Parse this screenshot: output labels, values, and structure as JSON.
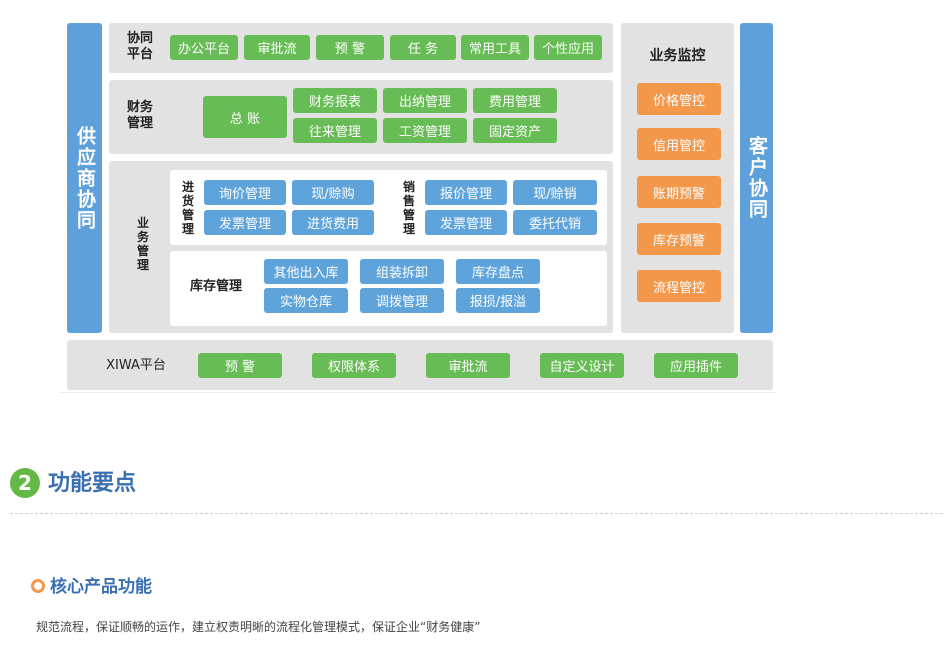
{
  "diagram": {
    "left_sidebar": "供应商协同",
    "right_sidebar": "客户协同",
    "collab": {
      "label_line1": "协同",
      "label_line2": "平台",
      "items": [
        "办公平台",
        "审批流",
        "预  警",
        "任  务",
        "常用工具",
        "个性应用"
      ]
    },
    "finance": {
      "label_line1": "财务",
      "label_line2": "管理",
      "main_item": "总  账",
      "items": [
        "财务报表",
        "出纳管理",
        "费用管理",
        "往来管理",
        "工资管理",
        "固定资产"
      ]
    },
    "business": {
      "label": "业务管理",
      "purchase": {
        "label": "进货管理",
        "items": [
          "询价管理",
          "现/赊购",
          "发票管理",
          "进货费用"
        ]
      },
      "sales": {
        "label": "销售管理",
        "items": [
          "报价管理",
          "现/赊销",
          "发票管理",
          "委托代销"
        ]
      },
      "inventory": {
        "label": "库存管理",
        "items": [
          "其他出入库",
          "组装拆卸",
          "库存盘点",
          "实物仓库",
          "调拨管理",
          "报损/报溢"
        ]
      }
    },
    "monitor": {
      "title": "业务监控",
      "items": [
        "价格管控",
        "信用管控",
        "账期预警",
        "库存预警",
        "流程管控"
      ]
    },
    "platform": {
      "label": "XIWA平台",
      "items": [
        "预  警",
        "权限体系",
        "审批流",
        "自定义设计",
        "应用插件"
      ]
    }
  },
  "section": {
    "number": "2",
    "title": "功能要点",
    "subtitle": "核心产品功能",
    "description": "规范流程，保证顺畅的运作，建立权责明晰的流程化管理模式，保证企业“财务健康”"
  },
  "colors": {
    "green": "#67bc55",
    "blue": "#5fa3db",
    "orange": "#f3984a",
    "panel": "#e2e2e2",
    "title_blue": "#3a6fb2"
  }
}
